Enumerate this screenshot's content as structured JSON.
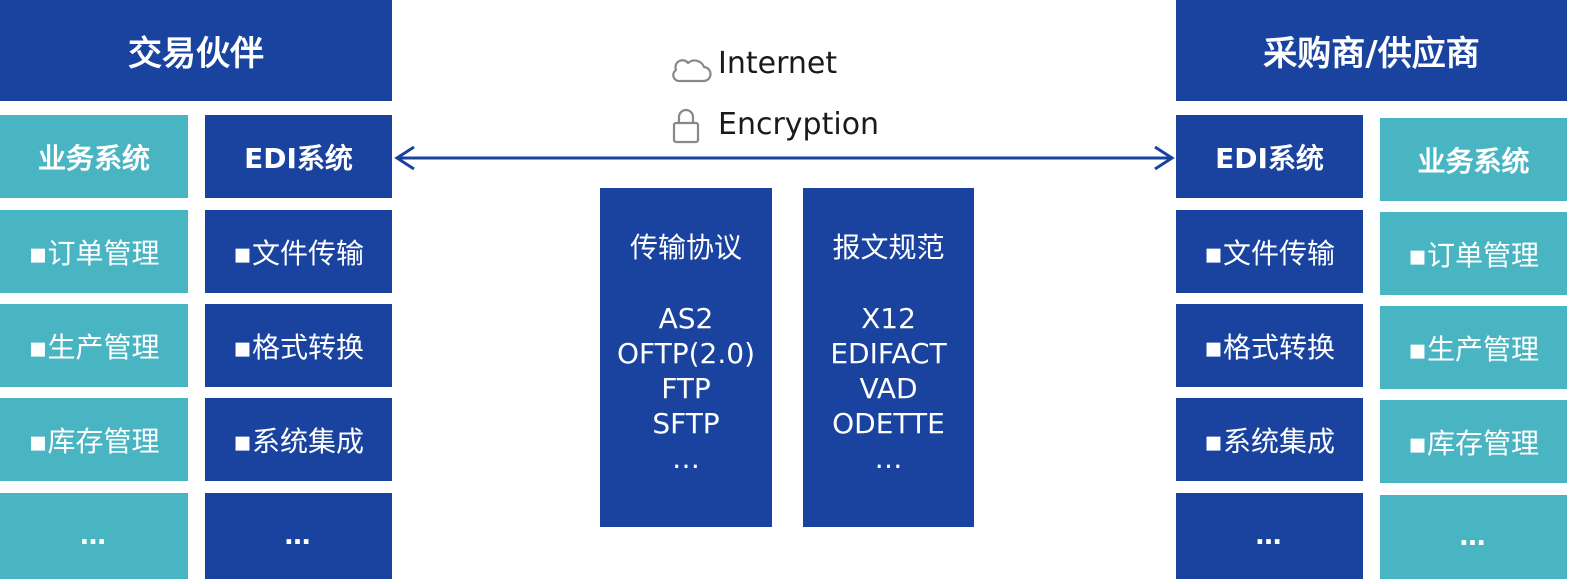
{
  "left": {
    "title": "交易伙伴",
    "business": {
      "header": "业务系统",
      "items": [
        "▪订单管理",
        "▪生产管理",
        "▪库存管理",
        "…"
      ]
    },
    "edi": {
      "header": "EDI系统",
      "items": [
        "▪文件传输",
        "▪格式转换",
        "▪系统集成",
        "…"
      ]
    }
  },
  "right": {
    "title": "采购商/供应商",
    "edi": {
      "header": "EDI系统",
      "items": [
        "▪文件传输",
        "▪格式转换",
        "▪系统集成",
        "…"
      ]
    },
    "business": {
      "header": "业务系统",
      "items": [
        "▪订单管理",
        "▪生产管理",
        "▪库存管理",
        "…"
      ]
    }
  },
  "network": {
    "internet_label": "Internet",
    "internet_icon": "cloud-icon",
    "encryption_label": "Encryption",
    "encryption_icon": "lock-icon"
  },
  "protocols": {
    "header": "传输协议",
    "items": [
      "AS2",
      "OFTP(2.0)",
      "FTP",
      "SFTP",
      "…"
    ]
  },
  "standards": {
    "header": "报文规范",
    "items": [
      "X12",
      "EDIFACT",
      "VAD",
      "ODETTE",
      "…"
    ]
  },
  "colors": {
    "navy": "#1a43a0",
    "teal": "#4ab5c2",
    "arrow": "#1a43a0",
    "icon": "#888888"
  }
}
